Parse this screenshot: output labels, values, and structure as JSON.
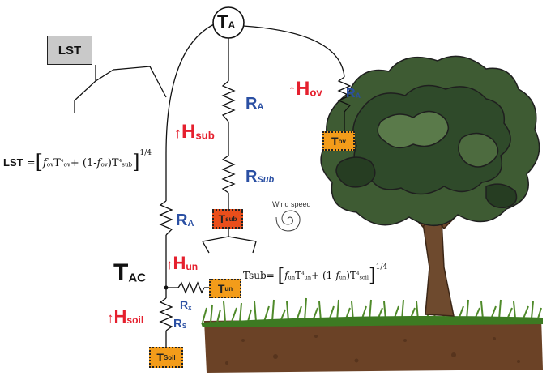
{
  "ta_node": {
    "label": "T",
    "sub": "A"
  },
  "lst_box": {
    "label": "LST"
  },
  "lst_formula": {
    "lhs": "LST",
    "f1": "f",
    "f1_sub": "ov",
    "t1": "T",
    "t1_exp": "4",
    "t1_sub": "ov",
    "plus": "+",
    "open": "(1-",
    "f2": "f",
    "f2_sub": "ov",
    "close": ")",
    "t2": "T",
    "t2_exp": "4",
    "t2_sub": "sub",
    "power": "1/4"
  },
  "tsub_formula": {
    "lhs": "Tsub",
    "f1": "f",
    "f1_sub": "un",
    "t1": "T",
    "t1_exp": "4",
    "t1_sub": "un",
    "plus": "+",
    "open": "(1-",
    "f2": "f",
    "f2_sub": "un",
    "close": ")",
    "t2": "T",
    "t2_exp": "4",
    "t2_sub": "soil",
    "power": "1/4"
  },
  "fluxes": {
    "h_ov": {
      "arrow": "↑",
      "main": "H",
      "sub": "ov"
    },
    "h_sub": {
      "arrow": "↑",
      "main": "H",
      "sub": "sub"
    },
    "h_un": {
      "arrow": "↑",
      "main": "H",
      "sub": "un"
    },
    "h_soil": {
      "arrow": "↑",
      "main": "H",
      "sub": "soil"
    }
  },
  "resistances": {
    "ra_mid": {
      "main": "R",
      "sub": "A"
    },
    "ra_right": {
      "main": "R",
      "sub": "A"
    },
    "r_sub": {
      "main": "R",
      "sub": "Sub"
    },
    "ra_left": {
      "main": "R",
      "sub": "A"
    },
    "r_x": {
      "main": "R",
      "sub": "x"
    },
    "r_s": {
      "main": "R",
      "sub": "S"
    }
  },
  "temperature_nodes": {
    "t_ov": {
      "main": "T",
      "sub": "ov"
    },
    "t_sub": {
      "main": "T",
      "sub": "sub"
    },
    "t_un": {
      "main": "T",
      "sub": "un"
    },
    "t_soil": {
      "main": "T",
      "sub": "Soil"
    }
  },
  "t_ac": {
    "main": "T",
    "sub": "AC"
  },
  "wind_speed_label": "Wind speed",
  "colors": {
    "flux_red": "#e5202e",
    "resistance_blue": "#2a4fa3",
    "node_orange": "#f39c1a",
    "node_red_orange": "#e94e1b",
    "soil_brown": "#6b4226",
    "grass_green": "#4f8a2a",
    "foliage_green": "#2f4a2a"
  }
}
